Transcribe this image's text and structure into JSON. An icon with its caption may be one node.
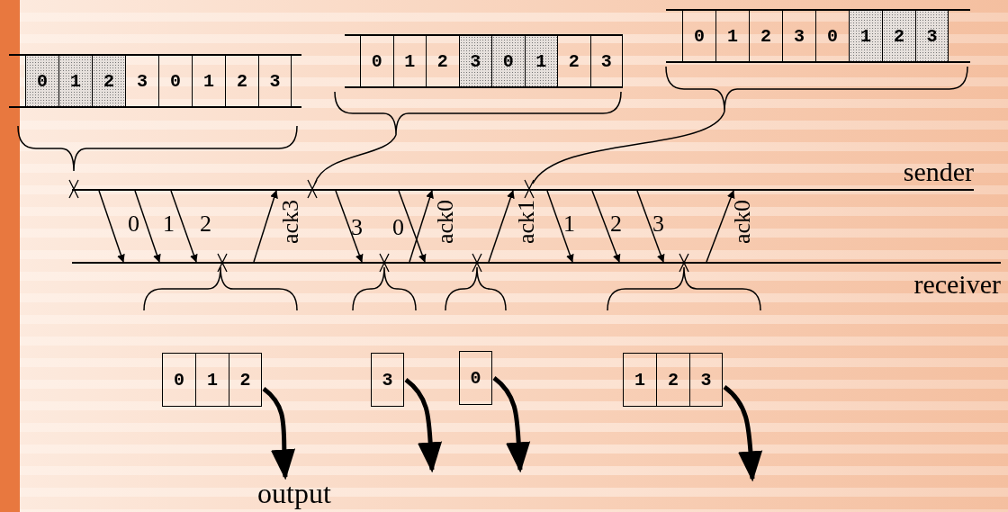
{
  "diagram": {
    "nodes": [
      {
        "text": [
          "0",
          "1",
          "2",
          "3",
          "0",
          "1",
          "2",
          "3"
        ]
      },
      {
        "text": [
          "0",
          "1",
          "2",
          "3",
          "0",
          "1",
          "2",
          "3"
        ]
      },
      {
        "text": [
          "0",
          "1",
          "2",
          "3",
          "0",
          "1",
          "2",
          "3"
        ]
      },
      {
        "text": [
          "sender"
        ]
      },
      {
        "text": [
          "receiver"
        ]
      },
      {
        "text": [
          "0",
          "1",
          "2"
        ]
      },
      {
        "text": [
          "3"
        ]
      },
      {
        "text": [
          "0"
        ]
      },
      {
        "text": [
          "1",
          "2",
          "3"
        ]
      },
      {
        "text": [
          "output"
        ]
      }
    ],
    "edges": [
      {
        "from": 3,
        "to": 4,
        "arrow": "to",
        "label": "0"
      },
      {
        "from": 3,
        "to": 4,
        "arrow": "to",
        "label": "1"
      },
      {
        "from": 3,
        "to": 4,
        "arrow": "to",
        "label": "2"
      },
      {
        "from": 4,
        "to": 3,
        "arrow": "to",
        "label": "ack3"
      },
      {
        "from": 3,
        "to": 4,
        "arrow": "to",
        "label": "3"
      },
      {
        "from": 3,
        "to": 4,
        "arrow": "to",
        "label": "0"
      },
      {
        "from": 4,
        "to": 3,
        "arrow": "to",
        "label": "ack0"
      },
      {
        "from": 4,
        "to": 3,
        "arrow": "to",
        "label": "ack1"
      },
      {
        "from": 3,
        "to": 4,
        "arrow": "to",
        "label": "1"
      },
      {
        "from": 3,
        "to": 4,
        "arrow": "to",
        "label": "2"
      },
      {
        "from": 3,
        "to": 4,
        "arrow": "to",
        "label": "3"
      },
      {
        "from": 4,
        "to": 3,
        "arrow": "to",
        "label": "ack0"
      },
      {
        "from": 5,
        "to": 9,
        "arrow": "to",
        "style": "thick"
      },
      {
        "from": 6,
        "to": null,
        "arrow": "to",
        "style": "thick"
      },
      {
        "from": 7,
        "to": null,
        "arrow": "to",
        "style": "thick"
      },
      {
        "from": 8,
        "to": null,
        "arrow": "to",
        "style": "thick"
      }
    ]
  }
}
